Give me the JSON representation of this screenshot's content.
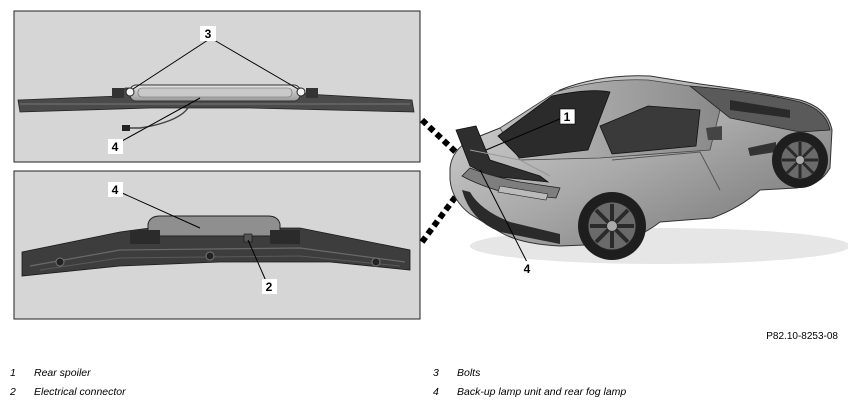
{
  "figure_code": "P82.10-8253-08",
  "callouts": {
    "top_panel_bolts": "3",
    "top_panel_lamp": "4",
    "bottom_panel_lamp": "4",
    "bottom_panel_connector": "2",
    "car_spoiler": "1",
    "car_lamp": "4"
  },
  "legend": [
    {
      "num": "1",
      "text": "Rear spoiler"
    },
    {
      "num": "2",
      "text": "Electrical connector"
    },
    {
      "num": "3",
      "text": "Bolts"
    },
    {
      "num": "4",
      "text": "Back-up lamp unit and rear fog lamp"
    }
  ]
}
